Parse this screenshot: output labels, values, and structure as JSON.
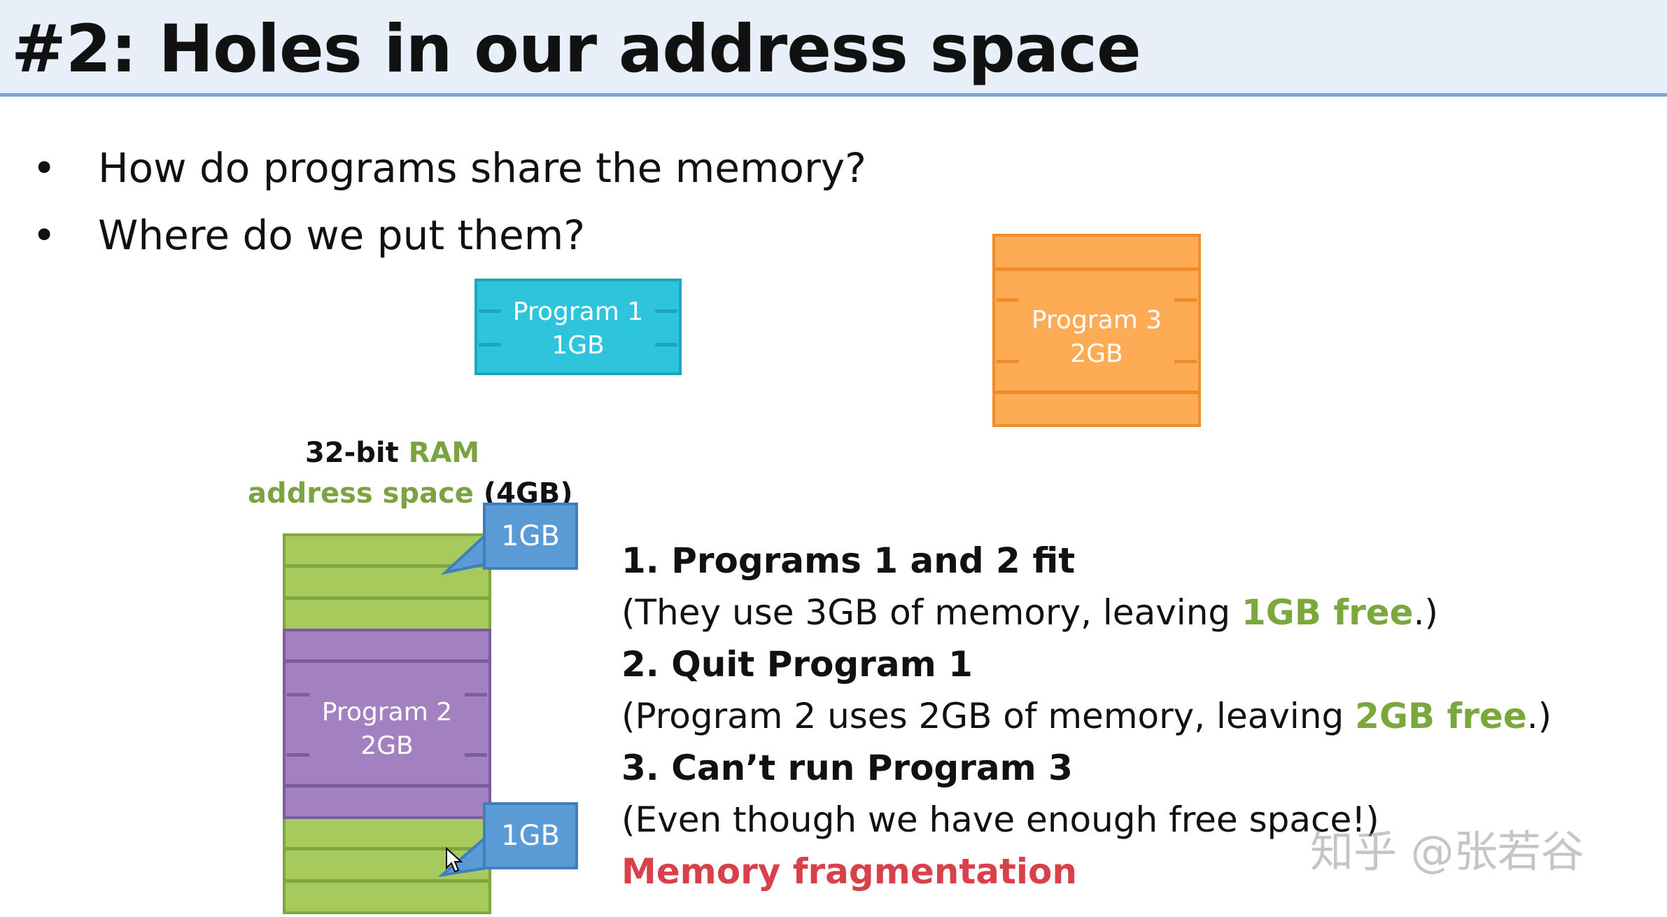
{
  "slide": {
    "title": "#2: Holes in our address space",
    "bullets": [
      "How do programs share the memory?",
      "Where do we put them?"
    ],
    "bullet_glyph": "•"
  },
  "programs": {
    "p1": {
      "name": "Program 1",
      "size": "1GB",
      "color": "#2ec4dc"
    },
    "p2": {
      "name": "Program 2",
      "size": "2GB",
      "color": "#a381c0"
    },
    "p3": {
      "name": "Program 3",
      "size": "2GB",
      "color": "#fdab55"
    }
  },
  "ram": {
    "label_part1": "32-bit",
    "label_part2": " RAM",
    "label_part3": "address space",
    "label_part4": " (4GB)",
    "free_color": "#a6cb5c",
    "callout_top": "1GB",
    "callout_bottom": "1GB"
  },
  "steps": {
    "s1_title": "1. Programs 1 and 2 fit",
    "s1_pre": "(They use 3GB of memory, leaving ",
    "s1_hl": "1GB free",
    "s1_post": ".)",
    "s2_title": "2. Quit Program 1",
    "s2_pre": "(Program 2 uses 2GB of memory, leaving ",
    "s2_hl": "2GB free",
    "s2_post": ".)",
    "s3_title": "3. Can’t run Program 3",
    "s3_text": "(Even though we have enough free space!)",
    "conclusion": "Memory fragmentation"
  },
  "watermark": "知乎 @张若谷"
}
